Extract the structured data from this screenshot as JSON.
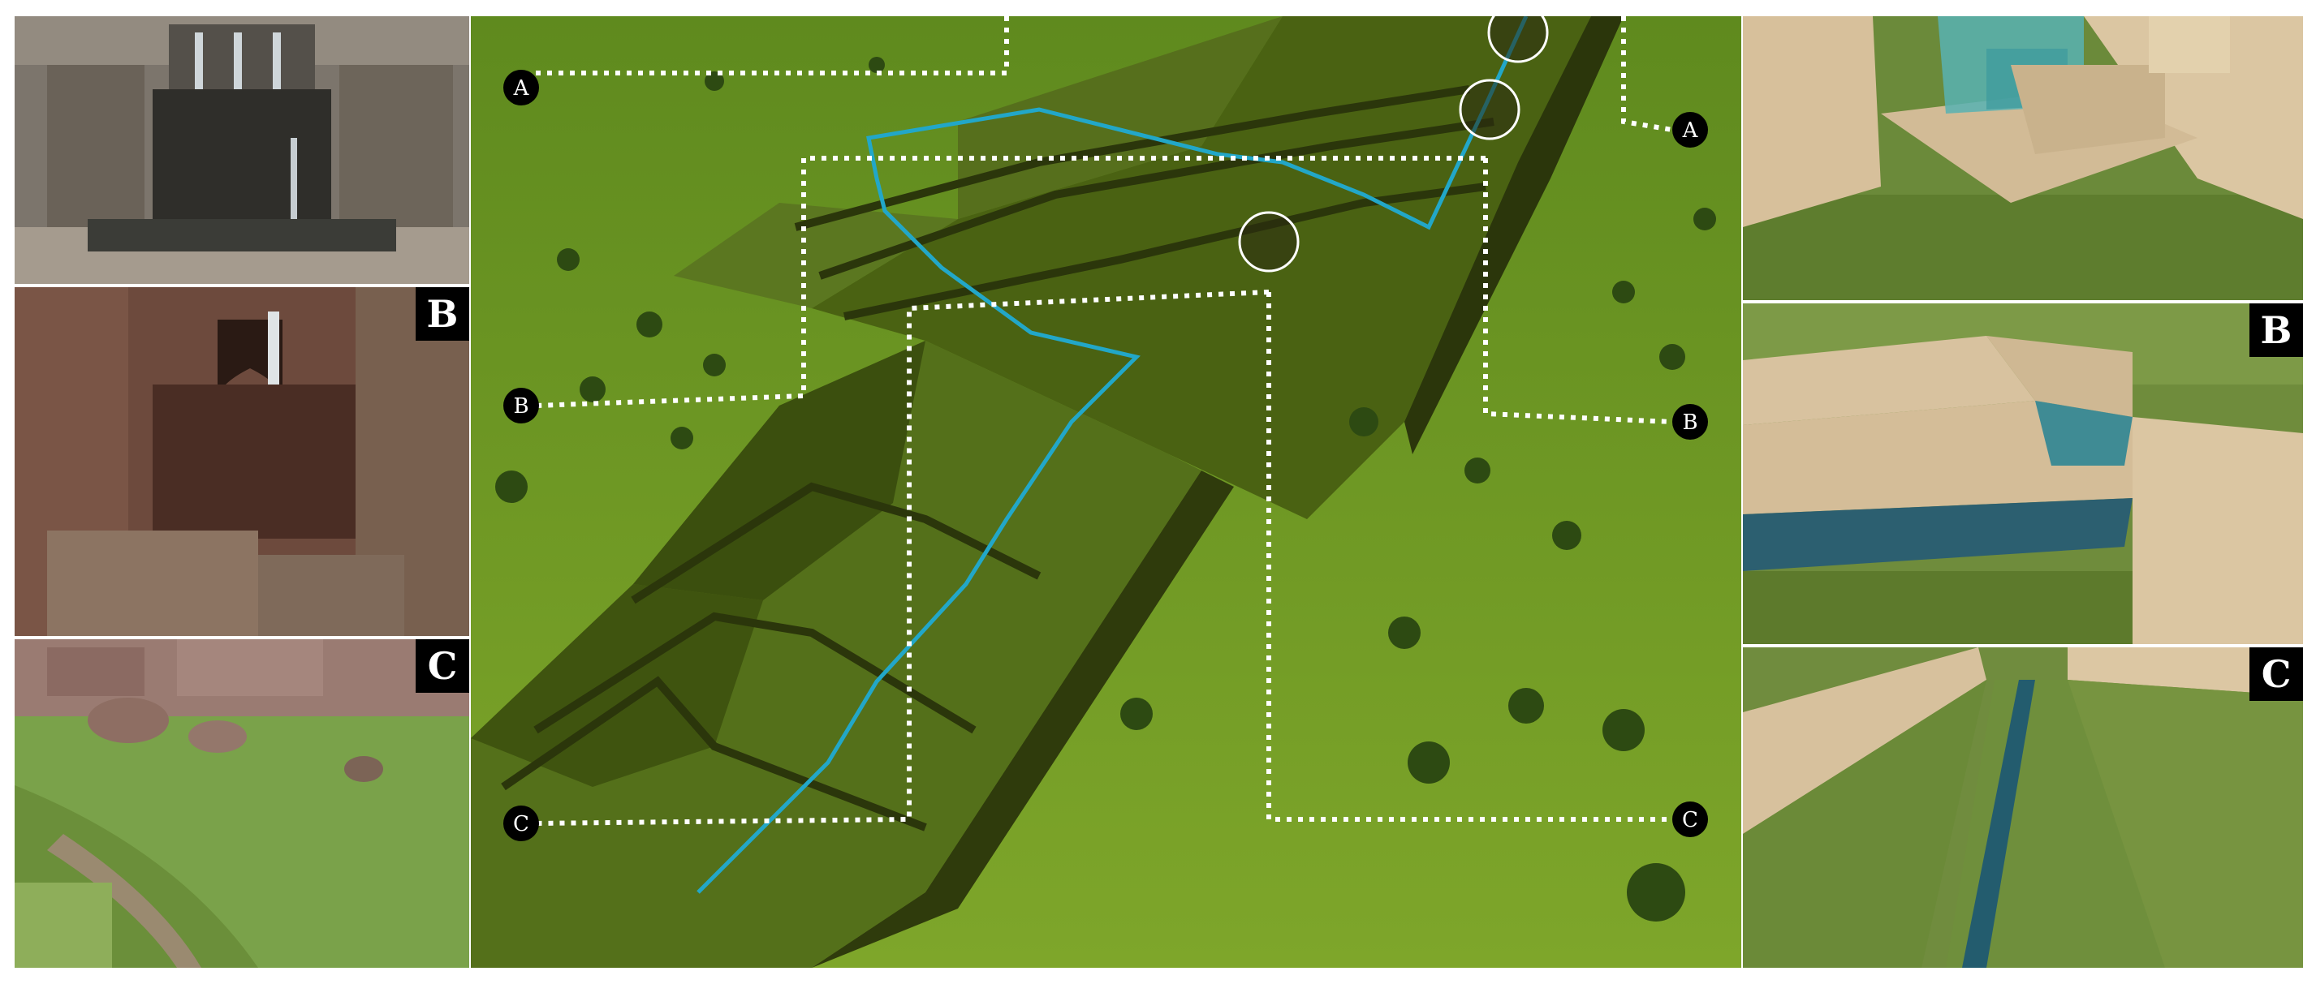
{
  "left_panels": [
    {
      "label": "",
      "kind": "photo-fountain"
    },
    {
      "label": "B",
      "kind": "photo-spout"
    },
    {
      "label": "C",
      "kind": "photo-channel"
    }
  ],
  "right_panels": [
    {
      "label": "",
      "kind": "render-fountain"
    },
    {
      "label": "B",
      "kind": "render-spout"
    },
    {
      "label": "C",
      "kind": "render-channel"
    }
  ],
  "connectors": [
    {
      "label": "A",
      "side": "left"
    },
    {
      "label": "A",
      "side": "right"
    },
    {
      "label": "B",
      "side": "left"
    },
    {
      "label": "B",
      "side": "right"
    },
    {
      "label": "C",
      "side": "left"
    },
    {
      "label": "C",
      "side": "right"
    }
  ],
  "colors": {
    "grass": "#6f8f1f",
    "terrace": "#4f6514",
    "terrace_dark": "#2f3b0c",
    "water": "#22a7c8",
    "stone": "#d9c3a0",
    "photo_stone": "#8a7a6a"
  }
}
